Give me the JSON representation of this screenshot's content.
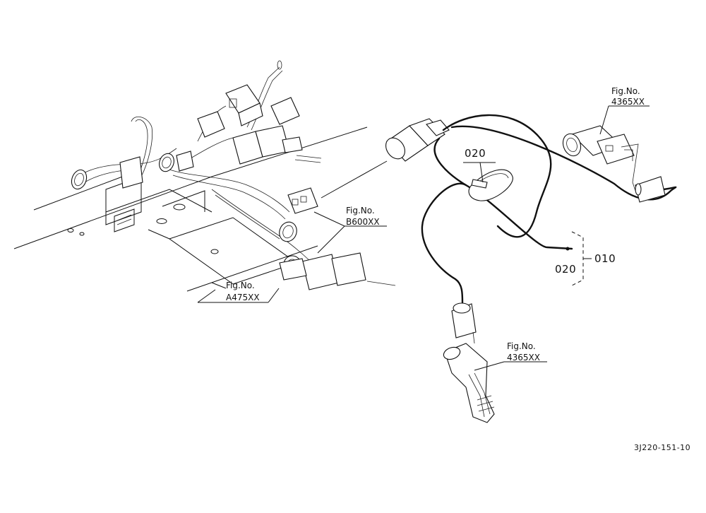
{
  "diagram": {
    "callouts": {
      "fig_a475": {
        "line1": "Fig.No.",
        "line2": "A475XX"
      },
      "fig_b600": {
        "line1": "Fig.No.",
        "line2": "B600XX"
      },
      "fig_4365_top": {
        "line1": "Fig.No.",
        "line2": "4365XX"
      },
      "fig_4365_bottom": {
        "line1": "Fig.No.",
        "line2": "4365XX"
      }
    },
    "part_numbers": {
      "clamp_top": "020",
      "clamp_bracket": "020",
      "harness": "010"
    },
    "drawing_code": "3J220-151-10"
  }
}
